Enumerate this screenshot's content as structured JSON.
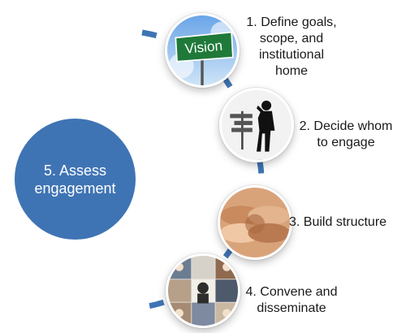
{
  "diagram": {
    "center": {
      "label": "5. Assess\nengagement"
    },
    "steps": [
      {
        "label": "1. Define  goals,\nscope,  and\ninstitutional\nhome",
        "sign_text": "Vision"
      },
      {
        "label": "2. Decide whom\nto engage"
      },
      {
        "label": "3.  Build structure"
      },
      {
        "label": "4. Convene and\ndisseminate"
      }
    ]
  },
  "colors": {
    "assess_circle": "#3f74b4",
    "connector": "#3f74b4",
    "text": "#1a1a1a"
  }
}
